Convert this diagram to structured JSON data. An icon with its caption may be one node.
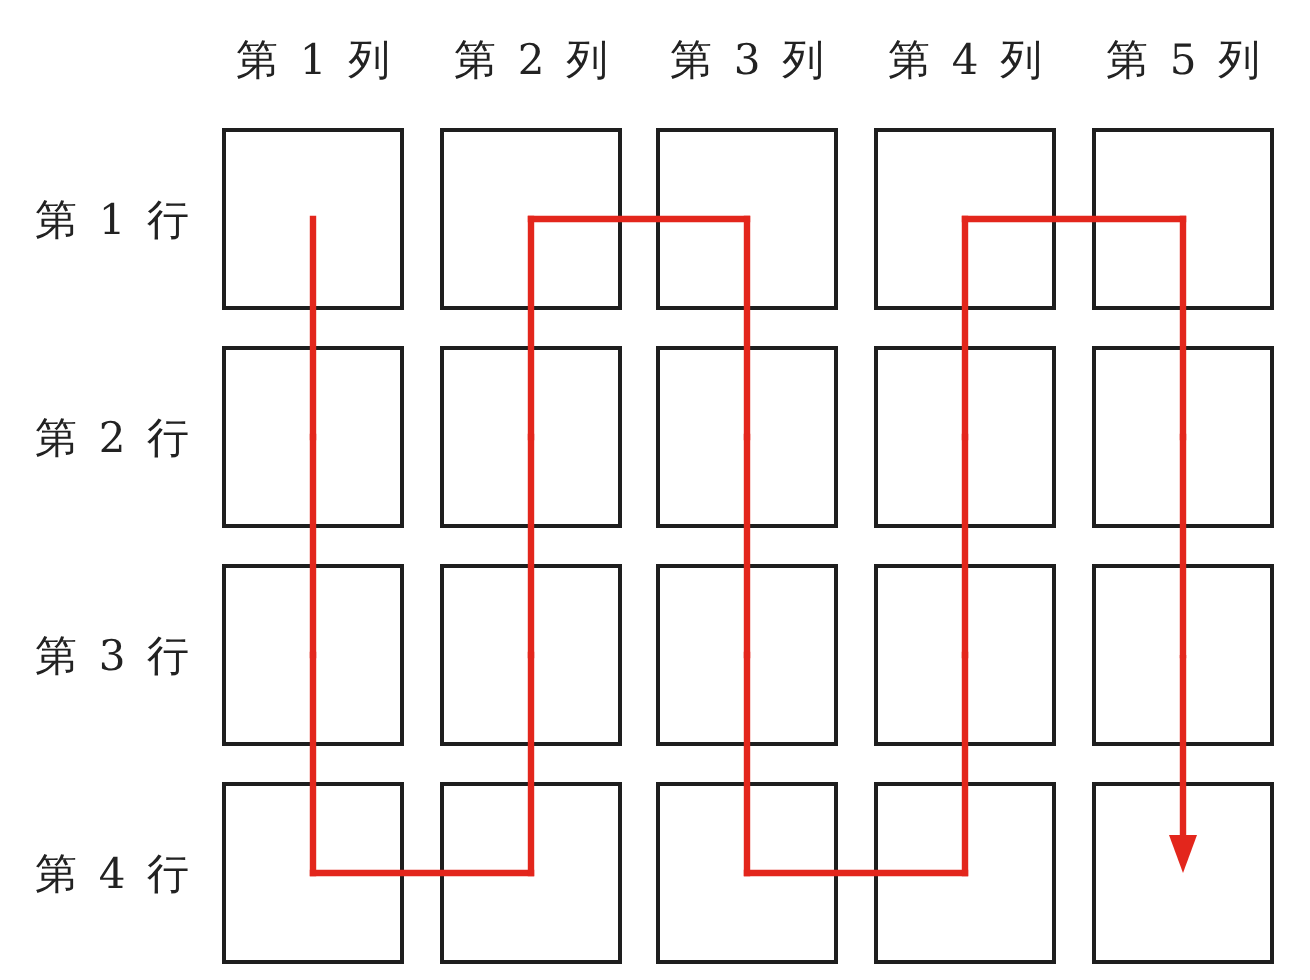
{
  "diagram": {
    "nodes": [
      {
        "text": [],
        "shape": "box"
      },
      {
        "text": [],
        "shape": "box"
      },
      {
        "text": [],
        "shape": "box"
      },
      {
        "text": [],
        "shape": "box"
      },
      {
        "text": [],
        "shape": "box"
      },
      {
        "text": [],
        "shape": "box"
      },
      {
        "text": [],
        "shape": "box"
      },
      {
        "text": [],
        "shape": "box"
      },
      {
        "text": [],
        "shape": "box"
      },
      {
        "text": [],
        "shape": "box"
      },
      {
        "text": [],
        "shape": "box"
      },
      {
        "text": [],
        "shape": "box"
      },
      {
        "text": [],
        "shape": "box"
      },
      {
        "text": [],
        "shape": "box"
      },
      {
        "text": [],
        "shape": "box"
      },
      {
        "text": [],
        "shape": "box"
      },
      {
        "text": [],
        "shape": "box"
      },
      {
        "text": [],
        "shape": "box"
      },
      {
        "text": [],
        "shape": "box"
      },
      {
        "text": [],
        "shape": "box"
      }
    ],
    "edges": [
      {
        "from": 0,
        "to": 5,
        "arrow": "none",
        "color": "#e3261c"
      },
      {
        "from": 5,
        "to": 10,
        "arrow": "none",
        "color": "#e3261c"
      },
      {
        "from": 10,
        "to": 15,
        "arrow": "none",
        "color": "#e3261c"
      },
      {
        "from": 15,
        "to": 16,
        "arrow": "none",
        "color": "#e3261c"
      },
      {
        "from": 16,
        "to": 11,
        "arrow": "none",
        "color": "#e3261c"
      },
      {
        "from": 11,
        "to": 6,
        "arrow": "none",
        "color": "#e3261c"
      },
      {
        "from": 6,
        "to": 1,
        "arrow": "none",
        "color": "#e3261c"
      },
      {
        "from": 1,
        "to": 2,
        "arrow": "none",
        "color": "#e3261c"
      },
      {
        "from": 2,
        "to": 7,
        "arrow": "none",
        "color": "#e3261c"
      },
      {
        "from": 7,
        "to": 12,
        "arrow": "none",
        "color": "#e3261c"
      },
      {
        "from": 12,
        "to": 17,
        "arrow": "none",
        "color": "#e3261c"
      },
      {
        "from": 17,
        "to": 18,
        "arrow": "none",
        "color": "#e3261c"
      },
      {
        "from": 18,
        "to": 13,
        "arrow": "none",
        "color": "#e3261c"
      },
      {
        "from": 13,
        "to": 8,
        "arrow": "none",
        "color": "#e3261c"
      },
      {
        "from": 8,
        "to": 3,
        "arrow": "none",
        "color": "#e3261c"
      },
      {
        "from": 3,
        "to": 4,
        "arrow": "none",
        "color": "#e3261c"
      },
      {
        "from": 4,
        "to": 9,
        "arrow": "none",
        "color": "#e3261c"
      },
      {
        "from": 9,
        "to": 14,
        "arrow": "none",
        "color": "#e3261c"
      },
      {
        "from": 14,
        "to": 19,
        "arrow": "to",
        "color": "#e3261c"
      }
    ],
    "labels": [
      "第 1 列",
      "第 2 列",
      "第 3 列",
      "第 4 列",
      "第 5 列",
      "第 1 行",
      "第 2 行",
      "第 3 行",
      "第 4 行"
    ]
  }
}
